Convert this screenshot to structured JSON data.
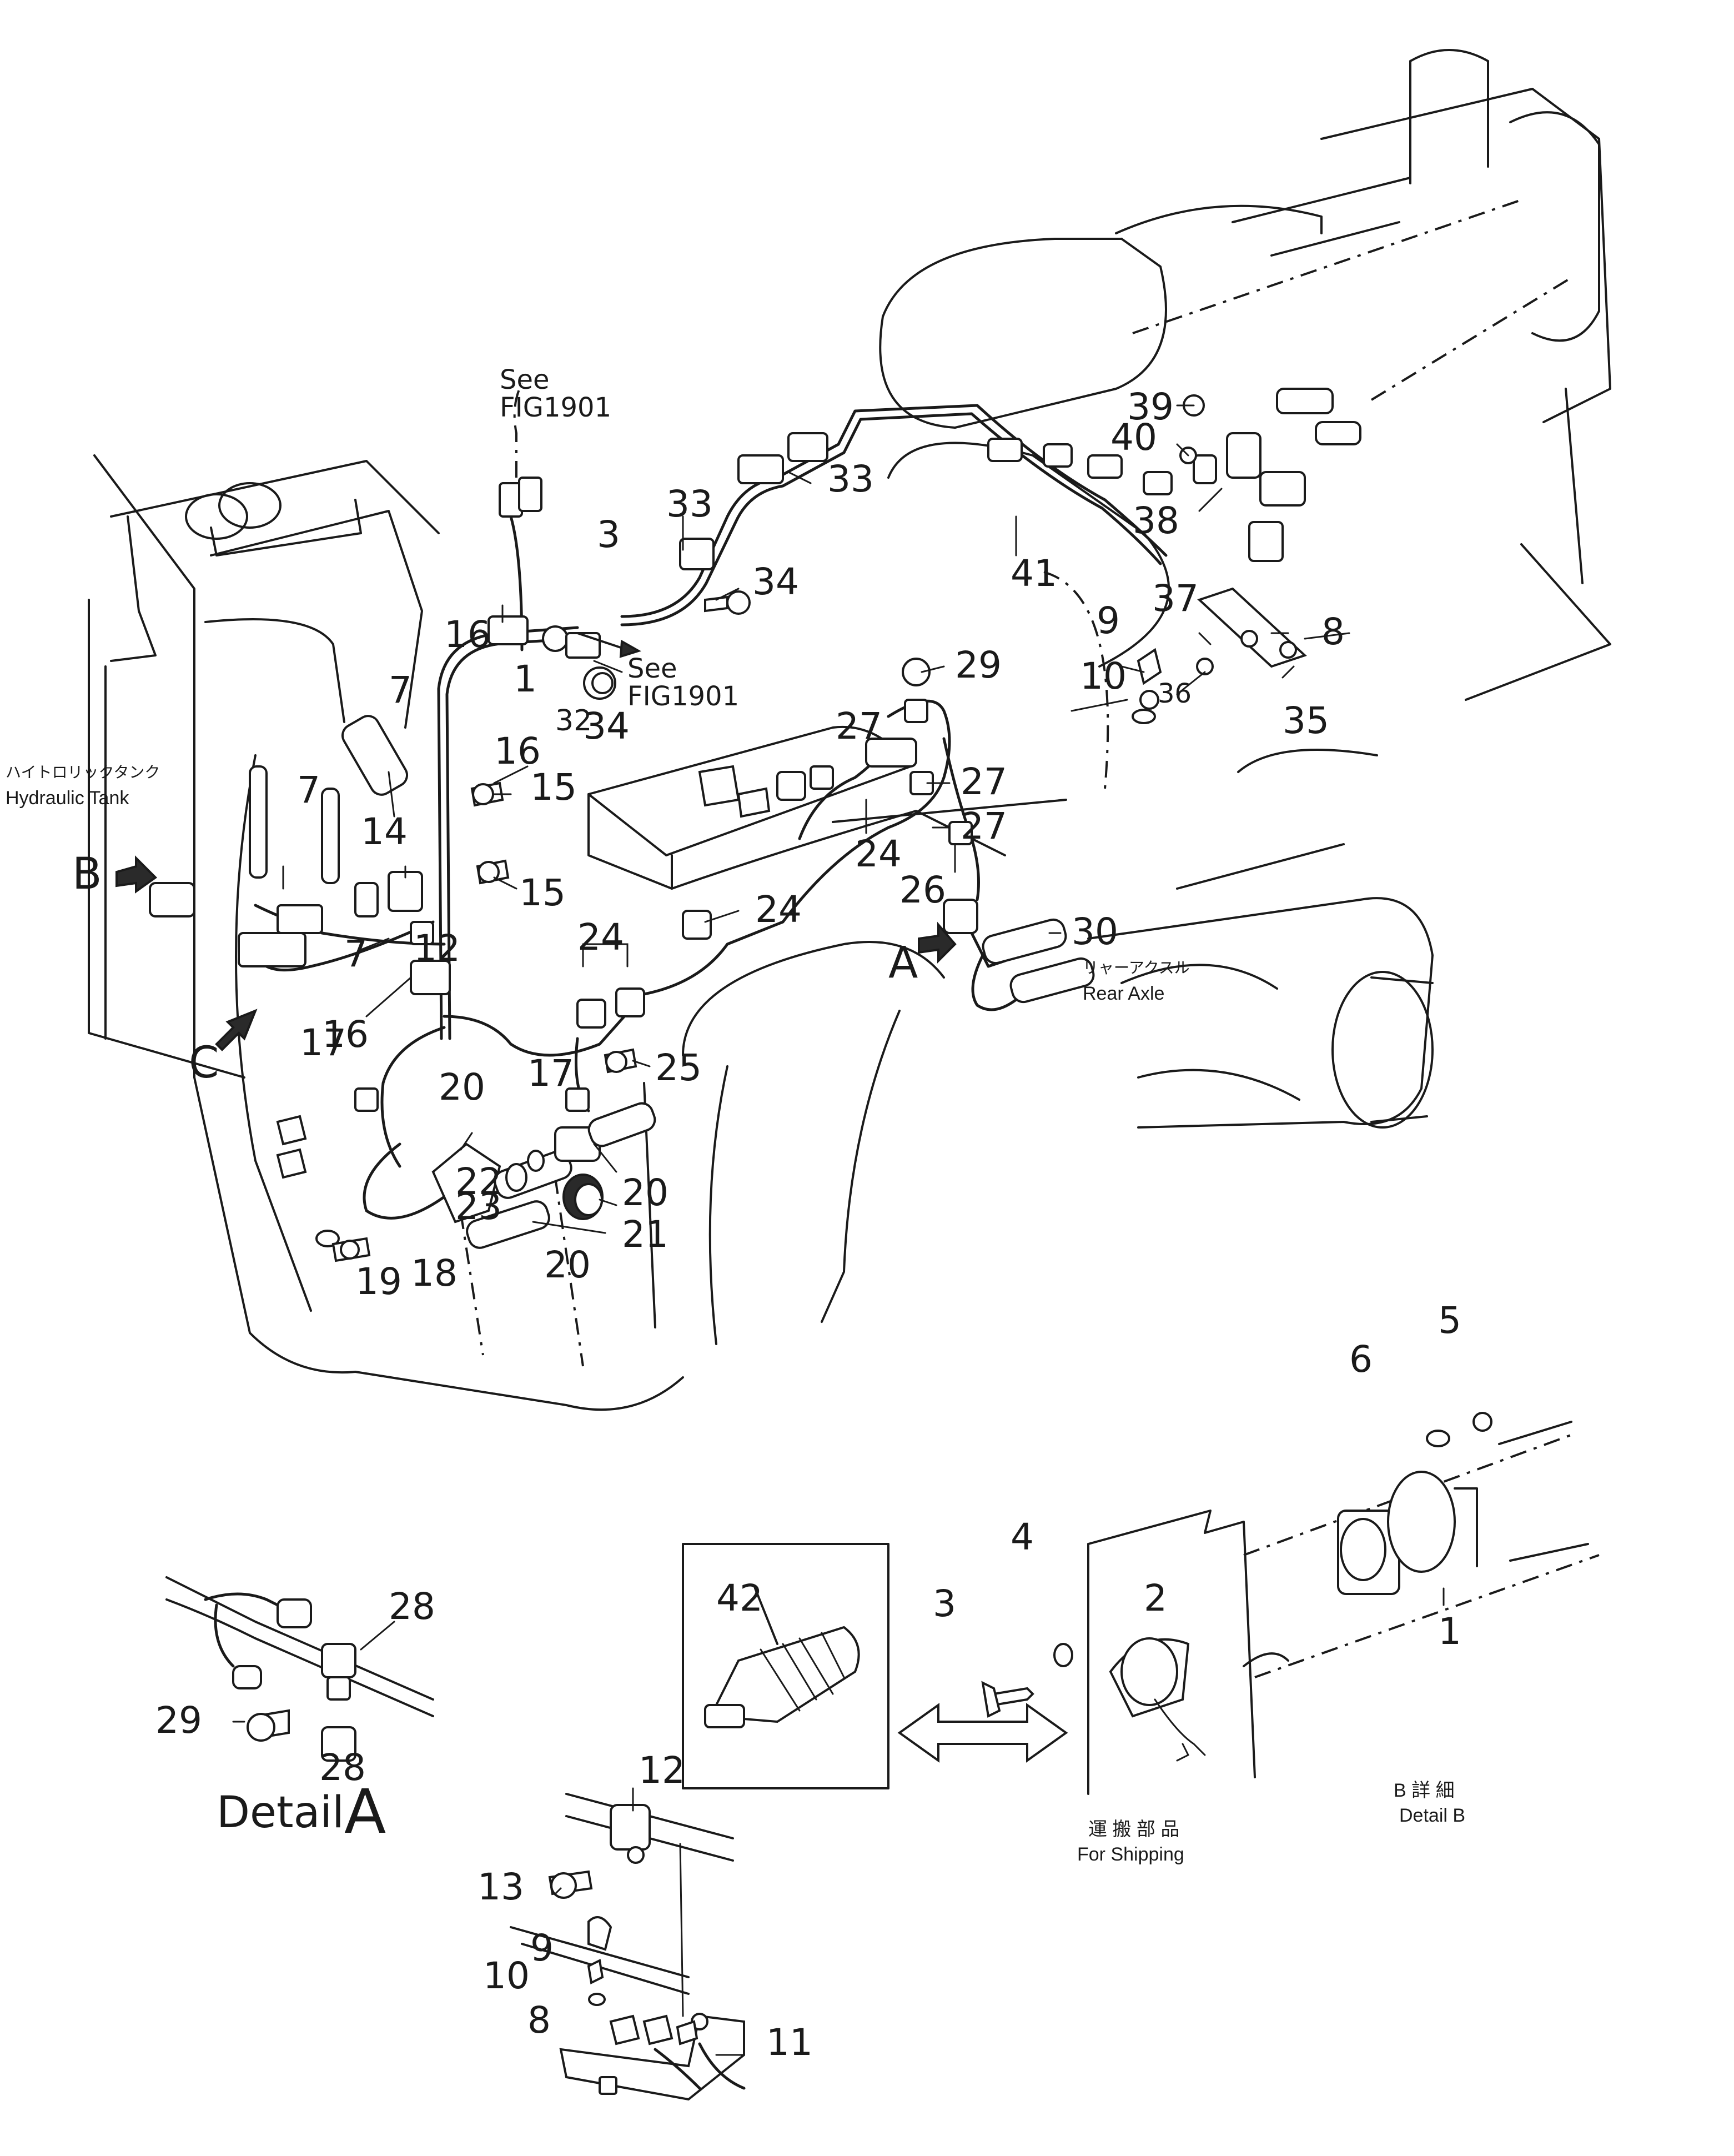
{
  "callouts": [
    {
      "id": "c1",
      "text": "1"
    },
    {
      "id": "c3",
      "text": "3"
    },
    {
      "id": "c7a",
      "text": "7"
    },
    {
      "id": "c7b",
      "text": "7"
    },
    {
      "id": "c7c",
      "text": "7"
    },
    {
      "id": "c8",
      "text": "8"
    },
    {
      "id": "c9",
      "text": "9"
    },
    {
      "id": "c10",
      "text": "10"
    },
    {
      "id": "c12",
      "text": "12"
    },
    {
      "id": "c14",
      "text": "14"
    },
    {
      "id": "c15a",
      "text": "15"
    },
    {
      "id": "c15b",
      "text": "15"
    },
    {
      "id": "c16a",
      "text": "16"
    },
    {
      "id": "c16b",
      "text": "16"
    },
    {
      "id": "c16c",
      "text": "16"
    },
    {
      "id": "c17a",
      "text": "17"
    },
    {
      "id": "c17b",
      "text": "17"
    },
    {
      "id": "c18",
      "text": "18"
    },
    {
      "id": "c19",
      "text": "19"
    },
    {
      "id": "c20a",
      "text": "20"
    },
    {
      "id": "c20b",
      "text": "20"
    },
    {
      "id": "c20c",
      "text": "20"
    },
    {
      "id": "c21",
      "text": "21"
    },
    {
      "id": "c22",
      "text": "22"
    },
    {
      "id": "c23",
      "text": "23"
    },
    {
      "id": "c24a",
      "text": "24"
    },
    {
      "id": "c24b",
      "text": "24"
    },
    {
      "id": "c24c",
      "text": "24"
    },
    {
      "id": "c25",
      "text": "25"
    },
    {
      "id": "c26",
      "text": "26"
    },
    {
      "id": "c27a",
      "text": "27"
    },
    {
      "id": "c27b",
      "text": "27"
    },
    {
      "id": "c27c",
      "text": "27"
    },
    {
      "id": "c29",
      "text": "29"
    },
    {
      "id": "c30",
      "text": "30"
    },
    {
      "id": "c32",
      "text": "32"
    },
    {
      "id": "c33a",
      "text": "33"
    },
    {
      "id": "c33b",
      "text": "33"
    },
    {
      "id": "c34a",
      "text": "34"
    },
    {
      "id": "c34b",
      "text": "34"
    },
    {
      "id": "c35",
      "text": "35"
    },
    {
      "id": "c36",
      "text": "36"
    },
    {
      "id": "c37",
      "text": "37"
    },
    {
      "id": "c38",
      "text": "38"
    },
    {
      "id": "c39",
      "text": "39"
    },
    {
      "id": "c40",
      "text": "40"
    },
    {
      "id": "c41",
      "text": "41"
    },
    {
      "id": "b1",
      "text": "1"
    },
    {
      "id": "b2",
      "text": "2"
    },
    {
      "id": "b3",
      "text": "3"
    },
    {
      "id": "b4",
      "text": "4"
    },
    {
      "id": "b5",
      "text": "5"
    },
    {
      "id": "b6",
      "text": "6"
    },
    {
      "id": "a28a",
      "text": "28"
    },
    {
      "id": "a28b",
      "text": "28"
    },
    {
      "id": "a29",
      "text": "29"
    },
    {
      "id": "k42",
      "text": "42"
    },
    {
      "id": "d8",
      "text": "8"
    },
    {
      "id": "d9",
      "text": "9"
    },
    {
      "id": "d10",
      "text": "10"
    },
    {
      "id": "d11",
      "text": "11"
    },
    {
      "id": "d12",
      "text": "12"
    },
    {
      "id": "d13",
      "text": "13"
    }
  ],
  "labels": {
    "see_fig_top": "See\nFIG1901",
    "see_fig_top_l1": "See",
    "see_fig_top_l2": "FIG1901",
    "see_fig_mid_l1": "See",
    "see_fig_mid_l2": "FIG1901",
    "hyd_tank_jp": "ハイトロリックタンク",
    "hyd_tank_en": "Hydraulic Tank",
    "rear_axle_jp": "リャーアクスル",
    "rear_axle_en": "Rear Axle",
    "arrow_a": "A",
    "arrow_b": "B",
    "arrow_c": "C",
    "detail_a": "Detail",
    "detail_a_letter": "A",
    "detail_b_jp": "B 詳 細",
    "detail_b_en": "Detail B",
    "shipping_jp": "運 搬 部 品",
    "shipping_en": "For Shipping"
  }
}
